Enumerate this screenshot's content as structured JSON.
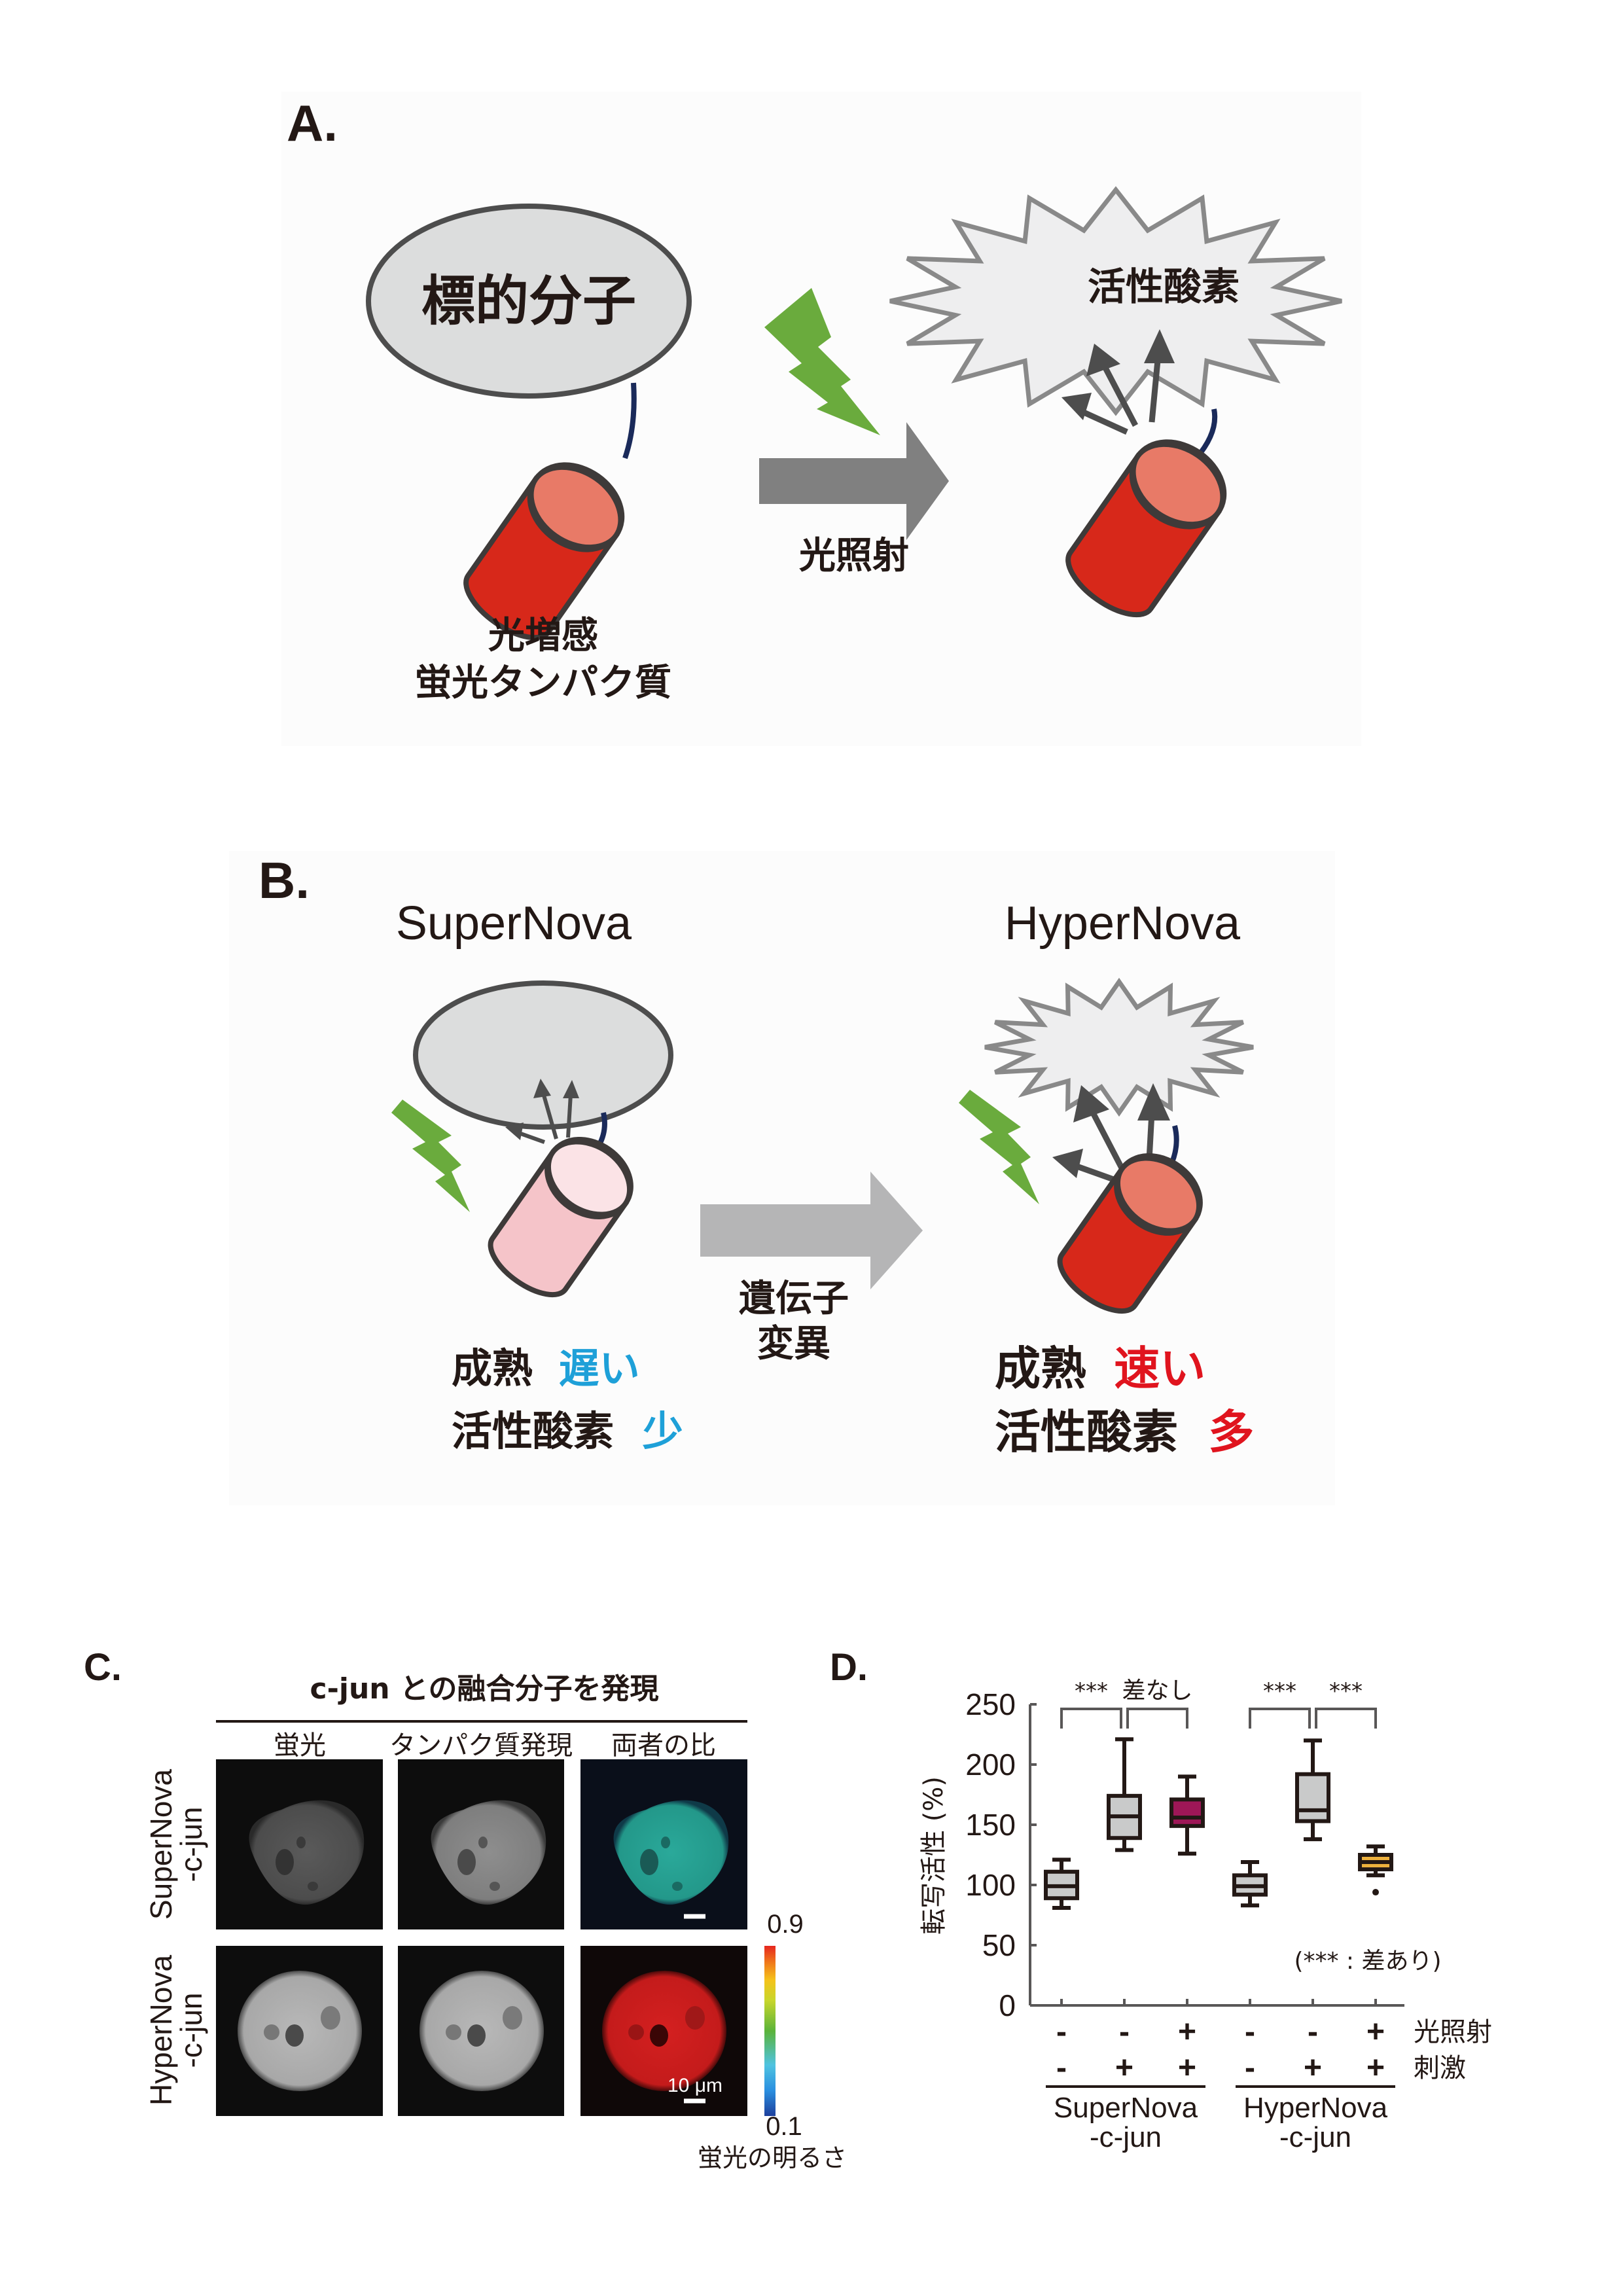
{
  "panels": {
    "a": {
      "label": "A.",
      "target_molecule": "標的分子",
      "protein_label_line1": "光増感",
      "protein_label_line2": "蛍光タンパク質",
      "arrow_label": "光照射",
      "ros_label": "活性酸素"
    },
    "b": {
      "label": "B.",
      "left_title": "SuperNova",
      "right_title": "HyperNova",
      "arrow_label_line1": "遺伝子",
      "arrow_label_line2": "変異",
      "left_maturation_prefix": "成熟",
      "left_maturation_value": "遅い",
      "left_ros_prefix": "活性酸素",
      "left_ros_value": "少",
      "right_maturation_prefix": "成熟",
      "right_maturation_value": "速い",
      "right_ros_prefix": "活性酸素",
      "right_ros_value": "多"
    },
    "c": {
      "label": "C.",
      "header": "c-jun との融合分子を発現",
      "columns": [
        "蛍光",
        "タンパク質発現",
        "両者の比"
      ],
      "rows": [
        {
          "line1": "SuperNova",
          "line2": "-c-jun"
        },
        {
          "line1": "HyperNova",
          "line2": "-c-jun"
        }
      ],
      "scale_bar": "10 μm",
      "colorbar_max": "0.9",
      "colorbar_min": "0.1",
      "colorbar_label": "蛍光の明るさ"
    },
    "d": {
      "label": "D.",
      "legend_note": "(*** : 差あり)",
      "row_labels": [
        "光照射",
        "刺激"
      ],
      "light_signs": [
        "-",
        "-",
        "+",
        "-",
        "-",
        "+"
      ],
      "stim_signs": [
        "-",
        "+",
        "+",
        "-",
        "+",
        "+"
      ],
      "groups": [
        {
          "line1": "SuperNova",
          "line2": "-c-jun"
        },
        {
          "line1": "HyperNova",
          "line2": "-c-jun"
        }
      ],
      "significance": [
        {
          "from": 0,
          "to": 1,
          "text": "***"
        },
        {
          "from": 1,
          "to": 2,
          "text": "差なし"
        },
        {
          "from": 3,
          "to": 4,
          "text": "***"
        },
        {
          "from": 4,
          "to": 5,
          "text": "***"
        }
      ]
    }
  },
  "colors": {
    "cylinder_red": "#d7281a",
    "cylinder_red_top": "#e87a67",
    "cylinder_pink": "#f5c4c9",
    "cylinder_pink_top": "#fbe3e6",
    "target_gray": "#dcdddd",
    "burst_fill": "#eeeeef",
    "burst_stroke": "#898989",
    "bolt_green": "#6aab3d",
    "arrow_dark_gray": "#808080",
    "arrow_light_gray": "#b5b5b6",
    "tether_navy": "#1a2a5a",
    "slow_blue": "#1ea0d8",
    "fast_red": "#e0141e",
    "box_gray": "#c9caca",
    "box_magenta": "#9e1757",
    "box_orange": "#eeb13d"
  },
  "chart_data": {
    "type": "box",
    "title": "",
    "ylabel": "転写活性 (%)",
    "xlabel": "",
    "ylim": [
      0,
      250
    ],
    "yticks": [
      0,
      50,
      100,
      150,
      200,
      250
    ],
    "categories": [
      "SuperNova-c-jun 光照射- 刺激-",
      "SuperNova-c-jun 光照射- 刺激+",
      "SuperNova-c-jun 光照射+ 刺激+",
      "HyperNova-c-jun 光照射- 刺激-",
      "HyperNova-c-jun 光照射- 刺激+",
      "HyperNova-c-jun 光照射+ 刺激+"
    ],
    "series": [
      {
        "name": "SN -/-",
        "whisker_low": 81,
        "q1": 89,
        "median": 99,
        "q3": 111,
        "whisker_high": 121,
        "color": "#c9caca",
        "outliers": []
      },
      {
        "name": "SN -/+",
        "whisker_low": 129,
        "q1": 139,
        "median": 157,
        "q3": 174,
        "whisker_high": 221,
        "color": "#c9caca",
        "outliers": []
      },
      {
        "name": "SN +/+",
        "whisker_low": 126,
        "q1": 149,
        "median": 156,
        "q3": 171,
        "whisker_high": 190,
        "color": "#9e1757",
        "outliers": []
      },
      {
        "name": "HN -/-",
        "whisker_low": 83,
        "q1": 92,
        "median": 99,
        "q3": 108,
        "whisker_high": 119,
        "color": "#c9caca",
        "outliers": []
      },
      {
        "name": "HN -/+",
        "whisker_low": 138,
        "q1": 153,
        "median": 162,
        "q3": 192,
        "whisker_high": 220,
        "color": "#c9caca",
        "outliers": []
      },
      {
        "name": "HN +/+",
        "whisker_low": 108,
        "q1": 113,
        "median": 119,
        "q3": 125,
        "whisker_high": 132,
        "color": "#eeb13d",
        "outliers": [
          94
        ]
      }
    ],
    "grid": false,
    "legend": "none"
  }
}
